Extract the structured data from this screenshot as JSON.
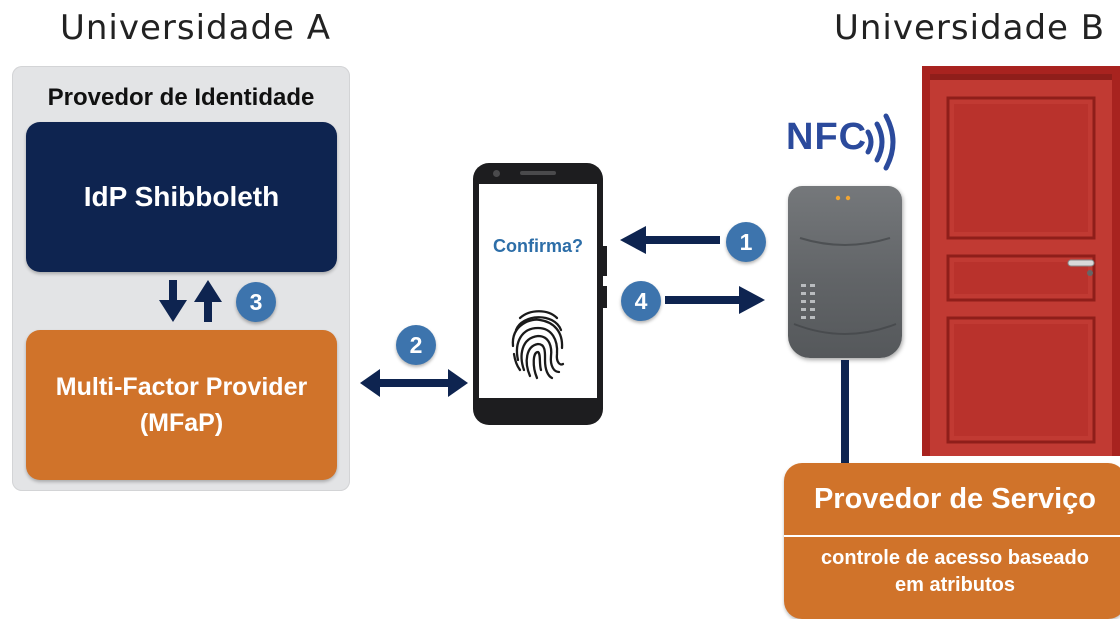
{
  "university_a": "Universidade A",
  "university_b": "Universidade B",
  "idp_panel": {
    "title": "Provedor de Identidade",
    "idp_label": "IdP Shibboleth",
    "mfap_line1": "Multi-Factor Provider",
    "mfap_line2": "(MFaP)"
  },
  "phone": {
    "prompt": "Confirma?"
  },
  "nfc_label": "NFC",
  "service_provider": {
    "title": "Provedor de Serviço",
    "subtitle_line1": "controle de acesso baseado",
    "subtitle_line2": "em atributos"
  },
  "steps": [
    "1",
    "2",
    "3",
    "4"
  ],
  "colors": {
    "navy": "#0e2450",
    "orange": "#d0732a",
    "badge_blue": "#3d74ad",
    "panel_gray": "#e3e4e6",
    "door_red": "#c13a33",
    "nfc_blue": "#2b4a9c"
  },
  "icons": [
    "fingerprint-icon",
    "nfc-waves-icon",
    "door-handle-icon"
  ]
}
